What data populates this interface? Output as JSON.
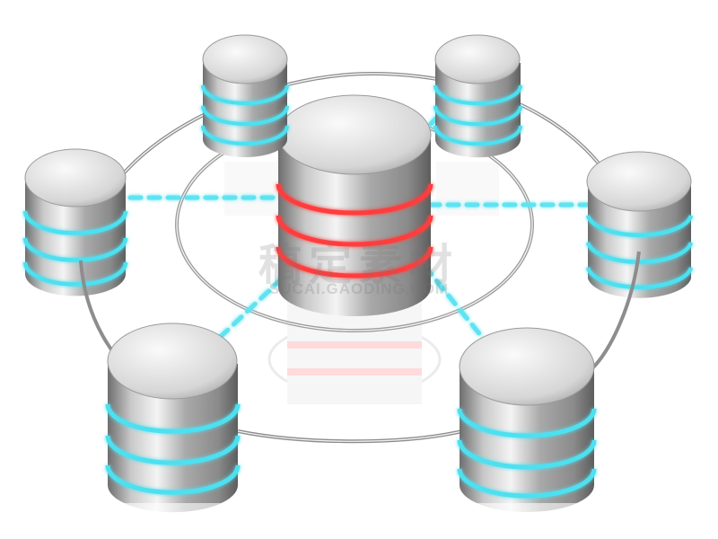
{
  "watermark": {
    "cn": "稿定素材",
    "en": "SUCAI.GAODING.COM"
  },
  "colors": {
    "background": "#ffffff",
    "metal_light": "#f2f2f2",
    "metal_dark": "#6e6e6e",
    "ring_outer": "#9a9a9a",
    "link_cyan": "#5fe3f2",
    "band_cyan": "#4ee0f0",
    "band_red": "#ff4a4a"
  },
  "icons": {
    "central_db": "database-server-icon",
    "outer_db": "database-node-icon",
    "link": "dashed-network-link"
  }
}
